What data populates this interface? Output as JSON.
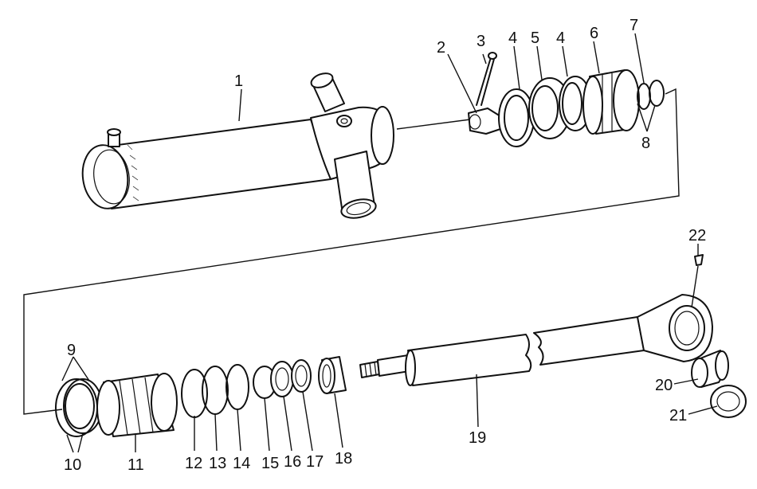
{
  "labels": {
    "l1": "1",
    "l2": "2",
    "l3": "3",
    "l4a": "4",
    "l5": "5",
    "l4b": "4",
    "l6": "6",
    "l7": "7",
    "l8": "8",
    "l9": "9",
    "l10": "10",
    "l11": "11",
    "l12": "12",
    "l13": "13",
    "l14": "14",
    "l15": "15",
    "l16": "16",
    "l17": "17",
    "l18": "18",
    "l19": "19",
    "l20": "20",
    "l21": "21",
    "l22": "22"
  }
}
